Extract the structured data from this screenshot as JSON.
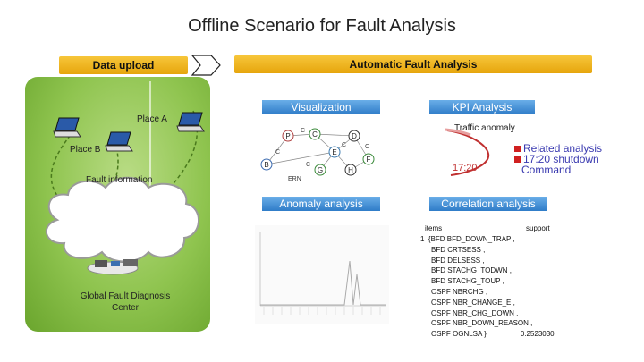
{
  "title": "Offline Scenario for Fault Analysis",
  "bars": {
    "data_upload": "Data upload",
    "automatic": "Automatic Fault Analysis"
  },
  "left_panel": {
    "place_a": "Place A",
    "place_b": "Place B",
    "fault_information": "Fault information",
    "center_line1": "Global Fault Diagnosis",
    "center_line2": "Center"
  },
  "boxes": {
    "visualization": "Visualization",
    "kpi": "KPI Analysis",
    "anomaly": "Anomaly analysis",
    "correlation": "Correlation analysis"
  },
  "graph": {
    "nodes": [
      "P",
      "C",
      "D",
      "E",
      "B",
      "G",
      "H",
      "F"
    ],
    "edge_label": "C",
    "footer": "ERN"
  },
  "kpi": {
    "traffic": "Traffic anomaly",
    "time": "17:20",
    "related": "Related analysis",
    "shutdown": "17:20 shutdown",
    "command": "Command"
  },
  "correlation": {
    "header_items": "items",
    "header_support": "support",
    "rows": [
      "1  {BFD BFD_DOWN_TRAP ,",
      "BFD CRTSESS ,",
      "BFD DELSESS ,",
      "BFD STACHG_TODWN ,",
      "BFD STACHG_TOUP ,",
      "OSPF NBRCHG ,",
      "OSPF NBR_CHANGE_E ,",
      "OSPF NBR_CHG_DOWN ,",
      "OSPF NBR_DOWN_REASON ,",
      "OSPF OGNLSA }"
    ],
    "support_value": "0.2523030"
  },
  "colors": {
    "gold": "#f0b522",
    "blue": "#3b88d4",
    "green": "#8fc44f",
    "red": "#d02020"
  }
}
